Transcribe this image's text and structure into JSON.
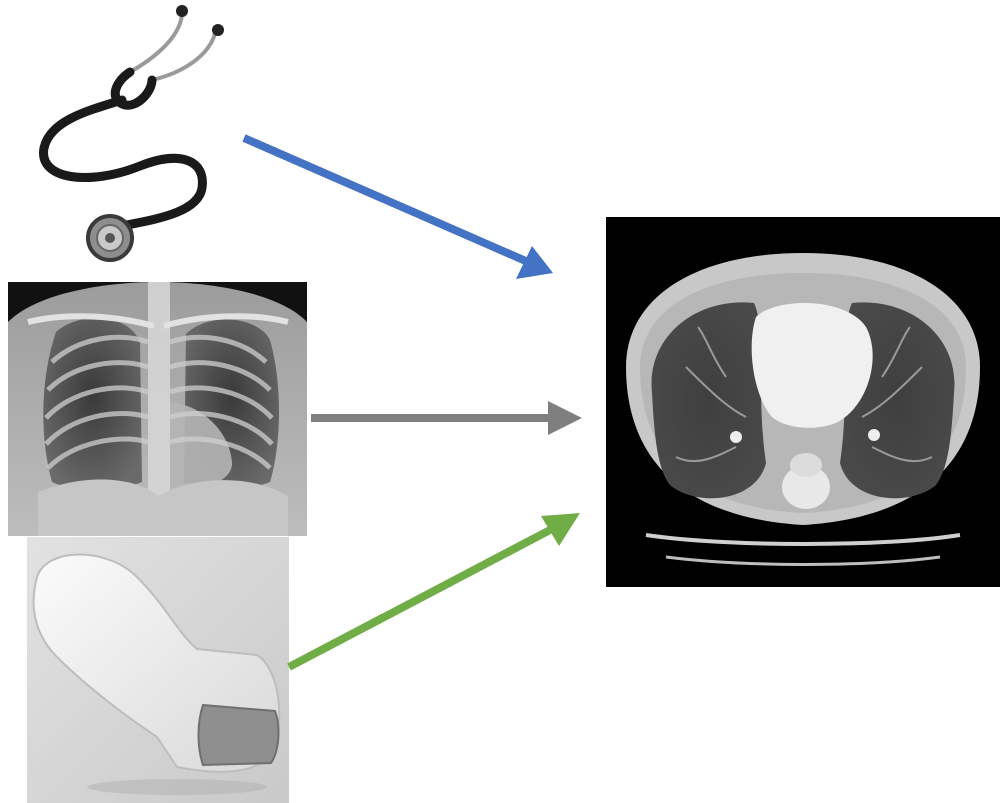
{
  "colors": {
    "arrow_blue": "#4472C4",
    "arrow_gray": "#7F7F7F",
    "arrow_green": "#70AD47",
    "background": "#FFFFFF"
  },
  "images": {
    "stethoscope": {
      "icon": "stethoscope-icon"
    },
    "chest_xray": {
      "icon": "chest-xray-image"
    },
    "ultrasound_probe": {
      "icon": "ultrasound-probe-image"
    },
    "ct_scan": {
      "icon": "chest-ct-image"
    }
  },
  "arrows": [
    {
      "name": "stethoscope-to-ct",
      "color": "#4472C4"
    },
    {
      "name": "xray-to-ct",
      "color": "#7F7F7F"
    },
    {
      "name": "ultrasound-to-ct",
      "color": "#70AD47"
    }
  ]
}
